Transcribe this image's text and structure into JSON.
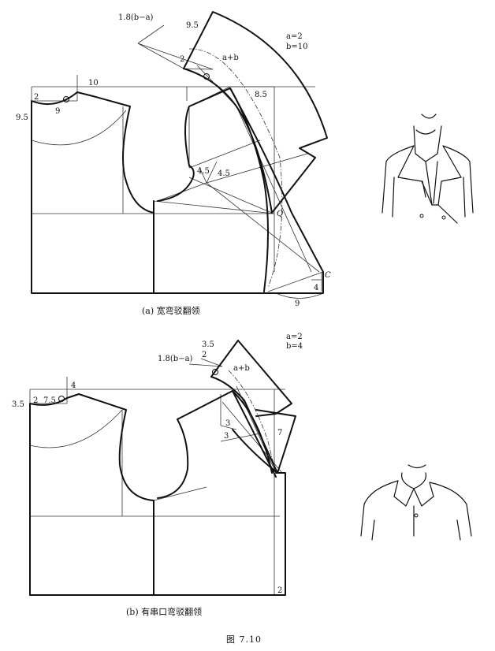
{
  "diagram_a": {
    "caption": "(a) 宽弯驳翻领",
    "labels": {
      "ab_top": "1.8(b−a)",
      "val_9_5_top": "9.5",
      "val_2_collar": "2",
      "a_plus_b": "a+b",
      "param_a": "a=2",
      "param_b": "b=10",
      "val_10": "10",
      "val_2_neck": "2",
      "val_9_5_left": "9.5",
      "val_9": "9",
      "val_8_5": "8.5",
      "val_4_5_a": "4.5",
      "val_4_5_b": "4.5",
      "point_q": "Q",
      "point_c": "C",
      "val_4": "4",
      "val_9_bottom": "9"
    }
  },
  "diagram_b": {
    "caption": "(b) 有串口弯驳翻领",
    "labels": {
      "param_a": "a=2",
      "param_b": "b=4",
      "val_3_5_top": "3.5",
      "ab_top": "1.8(b−a)",
      "val_2_collar": "2",
      "a_plus_b": "a+b",
      "val_4_neck": "4",
      "val_3_5_left": "3.5",
      "val_2_neck": "2",
      "val_7_5": "7.5",
      "val_3_a": "3",
      "val_3_b": "3",
      "val_7": "7",
      "val_2_bottom": "2"
    }
  },
  "figure_number": "图 7.10"
}
